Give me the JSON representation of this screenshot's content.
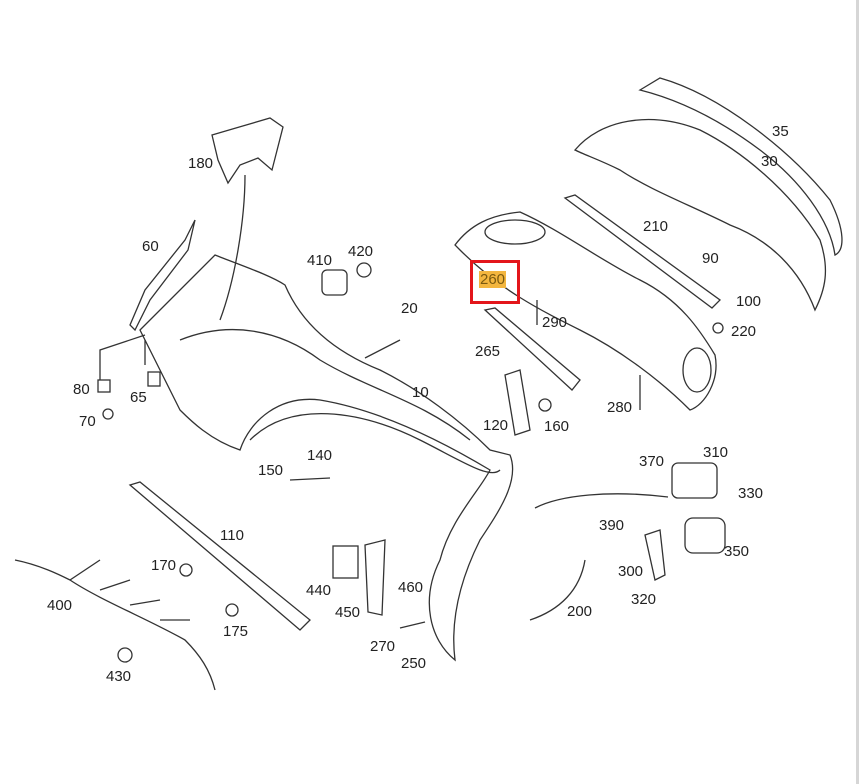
{
  "diagram": {
    "title": "Rear bumper parts diagram",
    "highlight_color": "#f3b63f",
    "selection_color": "#e3161b",
    "selected_part": "260",
    "parts": {
      "p180": "180",
      "p60": "60",
      "p410": "410",
      "p420": "420",
      "p20": "20",
      "p10": "10",
      "p80": "80",
      "p65": "65",
      "p70": "70",
      "p150": "150",
      "p140": "140",
      "p110": "110",
      "p170": "170",
      "p400": "400",
      "p175": "175",
      "p430": "430",
      "p440": "440",
      "p450": "450",
      "p460": "460",
      "p270": "270",
      "p250": "250",
      "p260": "260",
      "p265": "265",
      "p290": "290",
      "p120": "120",
      "p160": "160",
      "p280": "280",
      "p210": "210",
      "p90": "90",
      "p100": "100",
      "p220": "220",
      "p30": "30",
      "p35": "35",
      "p370": "370",
      "p310": "310",
      "p330": "330",
      "p390": "390",
      "p300": "300",
      "p350": "350",
      "p320": "320",
      "p200": "200"
    }
  }
}
